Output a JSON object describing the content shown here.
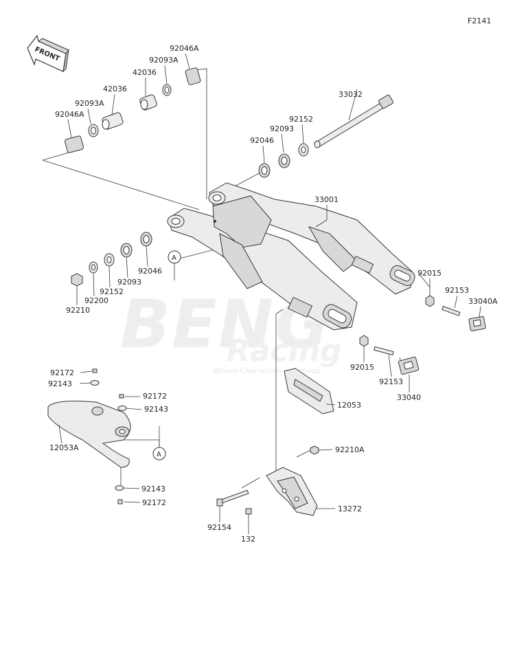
{
  "figure_code": "F2141",
  "front_label": "FRONT",
  "callout_ref": "A",
  "watermark": {
    "brand": "BENG",
    "sub": "Racing",
    "tagline": "Where Champions are made"
  },
  "part_labels": {
    "p92046A_top": "92046A",
    "p92093A_top": "92093A",
    "p42036_top": "42036",
    "p42036_left": "42036",
    "p92093A_left": "92093A",
    "p92046A_left": "92046A",
    "p33032": "33032",
    "p92152_top": "92152",
    "p92093_top": "92093",
    "p92046_top": "92046",
    "p33001": "33001",
    "p92046_low": "92046",
    "p92093_low": "92093",
    "p92152_low": "92152",
    "p92200": "92200",
    "p92210": "92210",
    "p92015_r": "92015",
    "p92153_r": "92153",
    "p33040A": "33040A",
    "p92015_c": "92015",
    "p92153_c": "92153",
    "p33040": "33040",
    "p12053": "12053",
    "p92172_a": "92172",
    "p92143_a": "92143",
    "p92172_b": "92172",
    "p92143_b": "92143",
    "p12053A": "12053A",
    "p92143_c": "92143",
    "p92172_c": "92172",
    "p92210A": "92210A",
    "p13272": "13272",
    "p92154": "92154",
    "p132": "132"
  }
}
